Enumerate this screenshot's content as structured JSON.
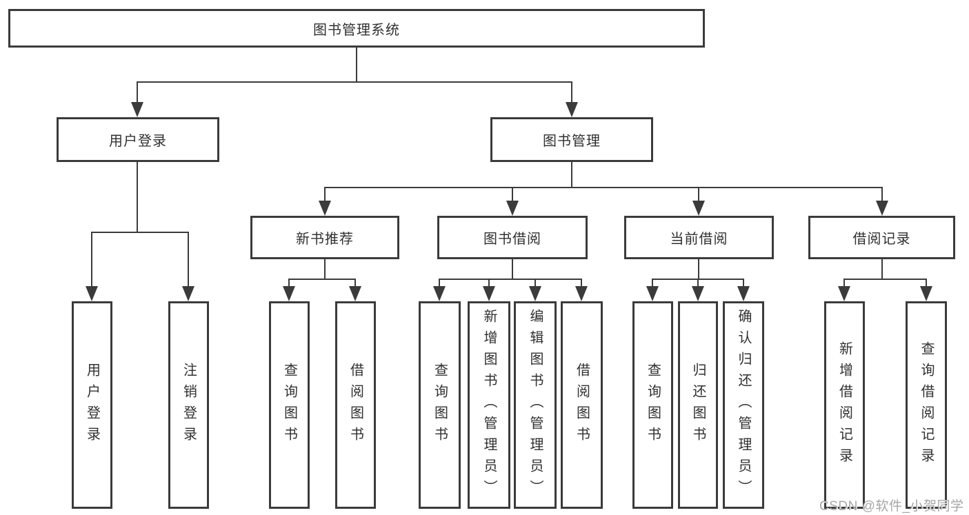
{
  "colors": {
    "line": "#3b3b3b",
    "box_border": "#3b3b3b",
    "text": "#303030",
    "box_background": "#ffffff",
    "background": "#ffffff",
    "watermark": "#a6a6a6"
  },
  "tree": {
    "root": {
      "label": "图书管理系统"
    },
    "branches": [
      {
        "label": "用户登录",
        "leaves": [
          {
            "label": "用户登录"
          },
          {
            "label": "注销登录"
          }
        ]
      },
      {
        "label": "图书管理",
        "sections": [
          {
            "label": "新书推荐",
            "leaves": [
              {
                "label": "查询图书"
              },
              {
                "label": "借阅图书"
              }
            ]
          },
          {
            "label": "图书借阅",
            "leaves": [
              {
                "label": "查询图书"
              },
              {
                "label": "新增图书（管理员）"
              },
              {
                "label": "编辑图书（管理员）"
              },
              {
                "label": "借阅图书"
              }
            ]
          },
          {
            "label": "当前借阅",
            "leaves": [
              {
                "label": "查询图书"
              },
              {
                "label": "归还图书"
              },
              {
                "label": "确认归还（管理员）"
              }
            ]
          },
          {
            "label": "借阅记录",
            "leaves": [
              {
                "label": "新增借阅记录"
              },
              {
                "label": "查询借阅记录"
              }
            ]
          }
        ]
      }
    ]
  },
  "watermark": {
    "text": "CSDN @软件_小贺同学"
  }
}
